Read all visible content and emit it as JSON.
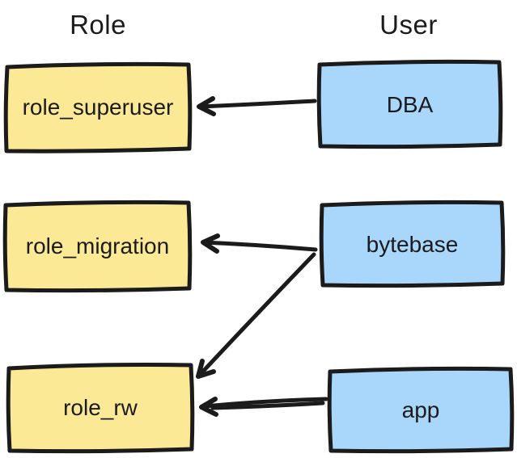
{
  "diagram": {
    "columns": {
      "role_title": "Role",
      "user_title": "User"
    },
    "roles": [
      "role_superuser",
      "role_migration",
      "role_rw"
    ],
    "users": [
      "DBA",
      "bytebase",
      "app"
    ],
    "edges": [
      {
        "from": "DBA",
        "to": "role_superuser"
      },
      {
        "from": "bytebase",
        "to": "role_migration"
      },
      {
        "from": "bytebase",
        "to": "role_rw"
      },
      {
        "from": "app",
        "to": "role_rw"
      }
    ],
    "colors": {
      "role_box_fill": "#fbe996",
      "user_box_fill": "#a8d7fb",
      "stroke": "#1b1b1b",
      "text": "#1b1b1b",
      "background": "#ffffff"
    }
  }
}
